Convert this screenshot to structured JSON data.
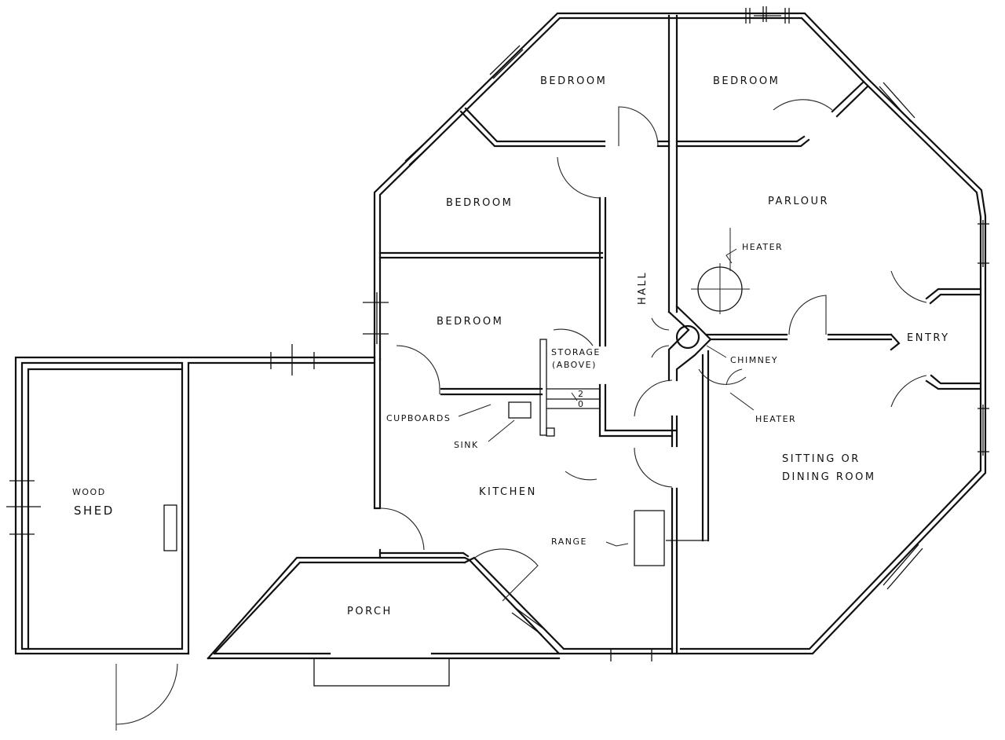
{
  "rooms": {
    "bedroom_nw": "BEDROOM",
    "bedroom_ne": "BEDROOM",
    "bedroom_w": "BEDROOM",
    "bedroom_sw": "BEDROOM",
    "parlour": "PARLOUR",
    "hall": "HALL",
    "entry": "ENTRY",
    "sitting_line1": "SITTING OR",
    "sitting_line2": "DINING ROOM",
    "kitchen": "KITCHEN",
    "porch": "PORCH",
    "wood_line1": "WOOD",
    "wood_line2": "SHED"
  },
  "fixtures": {
    "heater_top": "HEATER",
    "heater_bottom": "HEATER",
    "chimney": "CHIMNEY",
    "storage_line1": "STORAGE",
    "storage_line2": "(ABOVE)",
    "cupboards": "CUPBOARDS",
    "sink": "SINK",
    "range": "RANGE"
  },
  "stair_marks": {
    "top": "2",
    "bottom": "0"
  }
}
